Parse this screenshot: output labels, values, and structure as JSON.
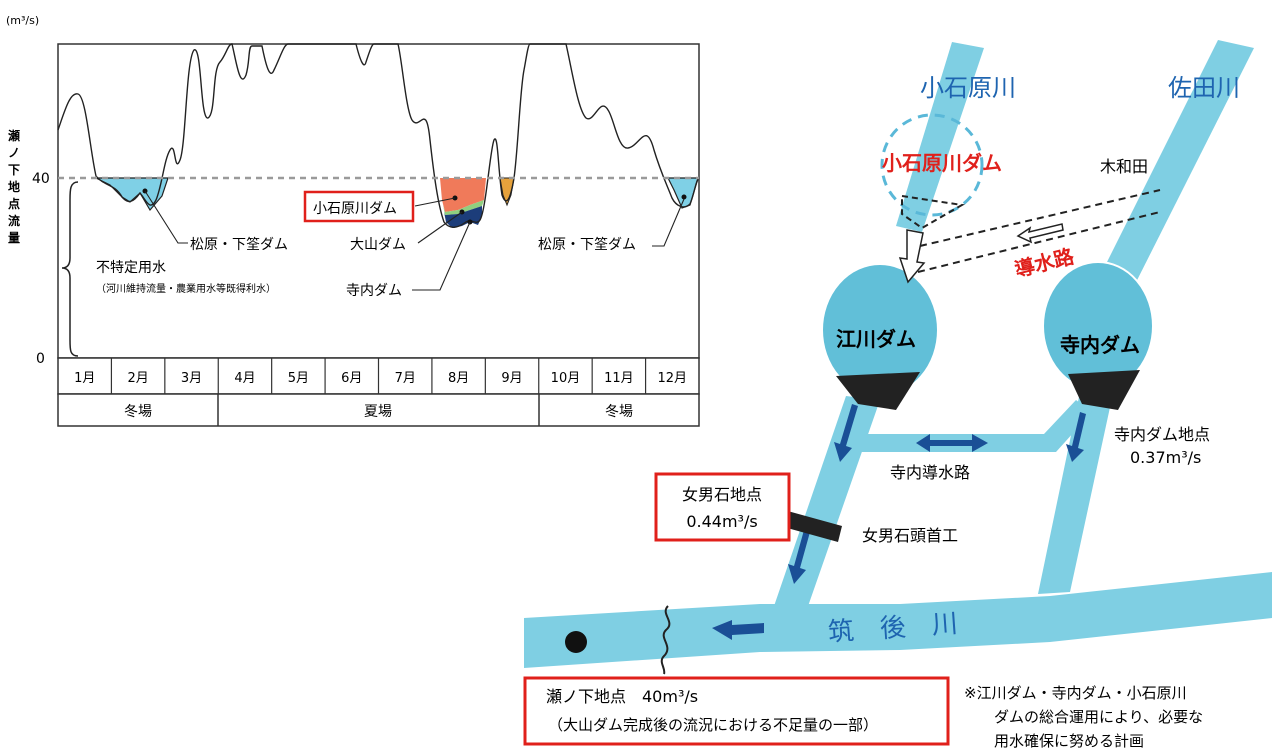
{
  "hydrograph": {
    "unit": "(m³/s)",
    "y_axis_label": "瀬ノ下地点流量",
    "threshold_label": "40",
    "zero_label": "0",
    "months": [
      "1月",
      "2月",
      "3月",
      "4月",
      "5月",
      "6月",
      "7月",
      "8月",
      "9月",
      "10月",
      "11月",
      "12月"
    ],
    "seasons": [
      "冬場",
      "夏場",
      "冬場"
    ],
    "base_flow_label": "不特定用水",
    "base_flow_note": "（河川維持流量・農業用水等既得利水）",
    "annotations": {
      "matsubara_left": "松原・下筌ダム",
      "matsubara_right": "松原・下筌ダム",
      "koishiwara": "小石原川ダム",
      "oyama": "大山ダム",
      "terauchi": "寺内ダム"
    },
    "colors": {
      "deficit_fill": "#7fd0e6",
      "koishiwara": "#f07a5a",
      "oyama": "#8fcf7f",
      "terauchi": "#1c3d7a",
      "threshold_line": "#9a9a9a",
      "highlight_box": "#e0201b"
    }
  },
  "map": {
    "rivers": {
      "koishiwara": "小石原川",
      "sada": "佐田川",
      "chikugo": "筑　後　川"
    },
    "dams": {
      "koishiwara_dam": "小石原川ダム",
      "egawa_dam": "江川ダム",
      "terauchi_dam": "寺内ダム"
    },
    "labels": {
      "kiwada": "木和田",
      "conduit": "導水路",
      "terauchi_conduit": "寺内導水路",
      "terauchi_point_name": "寺内ダム地点",
      "terauchi_point_flow": "0.37m³/s",
      "omeishi_point_name": "女男石地点",
      "omeishi_point_flow": "0.44m³/s",
      "omeishi_weir": "女男石頭首工",
      "senoshita_name": "瀬ノ下地点　40m³/s",
      "senoshita_note": "（大山ダム完成後の流況における不足量の一部）"
    },
    "note_lines": [
      "※江川ダム・寺内ダム・小石原川",
      "ダムの総合運用により、必要な",
      "用水確保に努める計画"
    ],
    "colors": {
      "river": "#7fcfe3",
      "dam_body": "#61bfd8",
      "river_title": "#1e64b0",
      "accent_red": "#e0201b",
      "arrow_blue": "#1a4f96"
    }
  }
}
